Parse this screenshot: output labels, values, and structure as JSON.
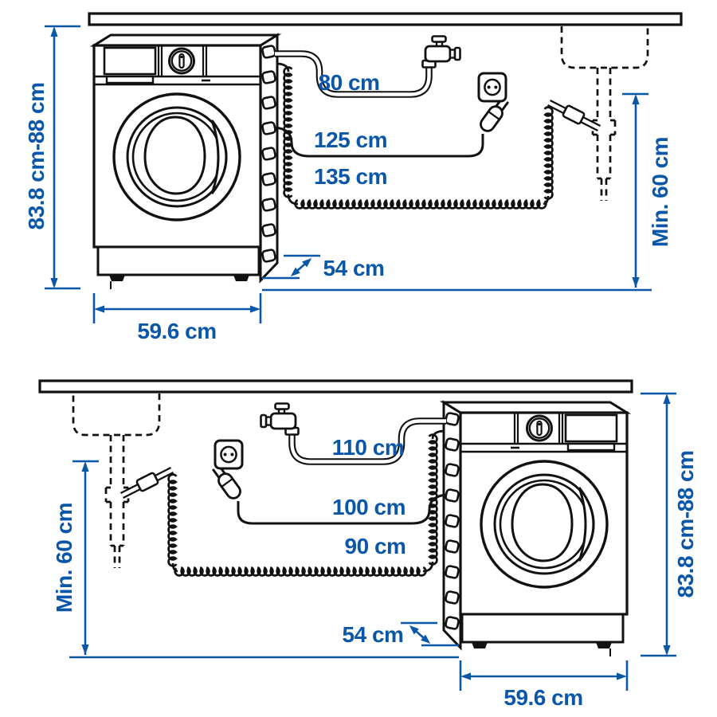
{
  "figure": {
    "description": "Washing machine built-in installation diagram, two mirrored views with hose, cord and niche dimensions",
    "colors": {
      "dimension_blue": "#0a57aa",
      "line_black": "#111111",
      "background": "#ffffff"
    }
  },
  "top_diagram": {
    "niche_height": "83.8 cm-88 cm",
    "supply_hose": "80 cm",
    "power_cord": "125 cm",
    "drain_hose": "135 cm",
    "depth": "54 cm",
    "width": "59.6 cm",
    "drain_min_height": "Min. 60 cm"
  },
  "bottom_diagram": {
    "niche_height": "83.8 cm-88 cm",
    "supply_hose": "110 cm",
    "power_cord": "100 cm",
    "drain_hose": "90 cm",
    "depth": "54 cm",
    "width": "59.6 cm",
    "drain_min_height": "Min. 60 cm"
  }
}
